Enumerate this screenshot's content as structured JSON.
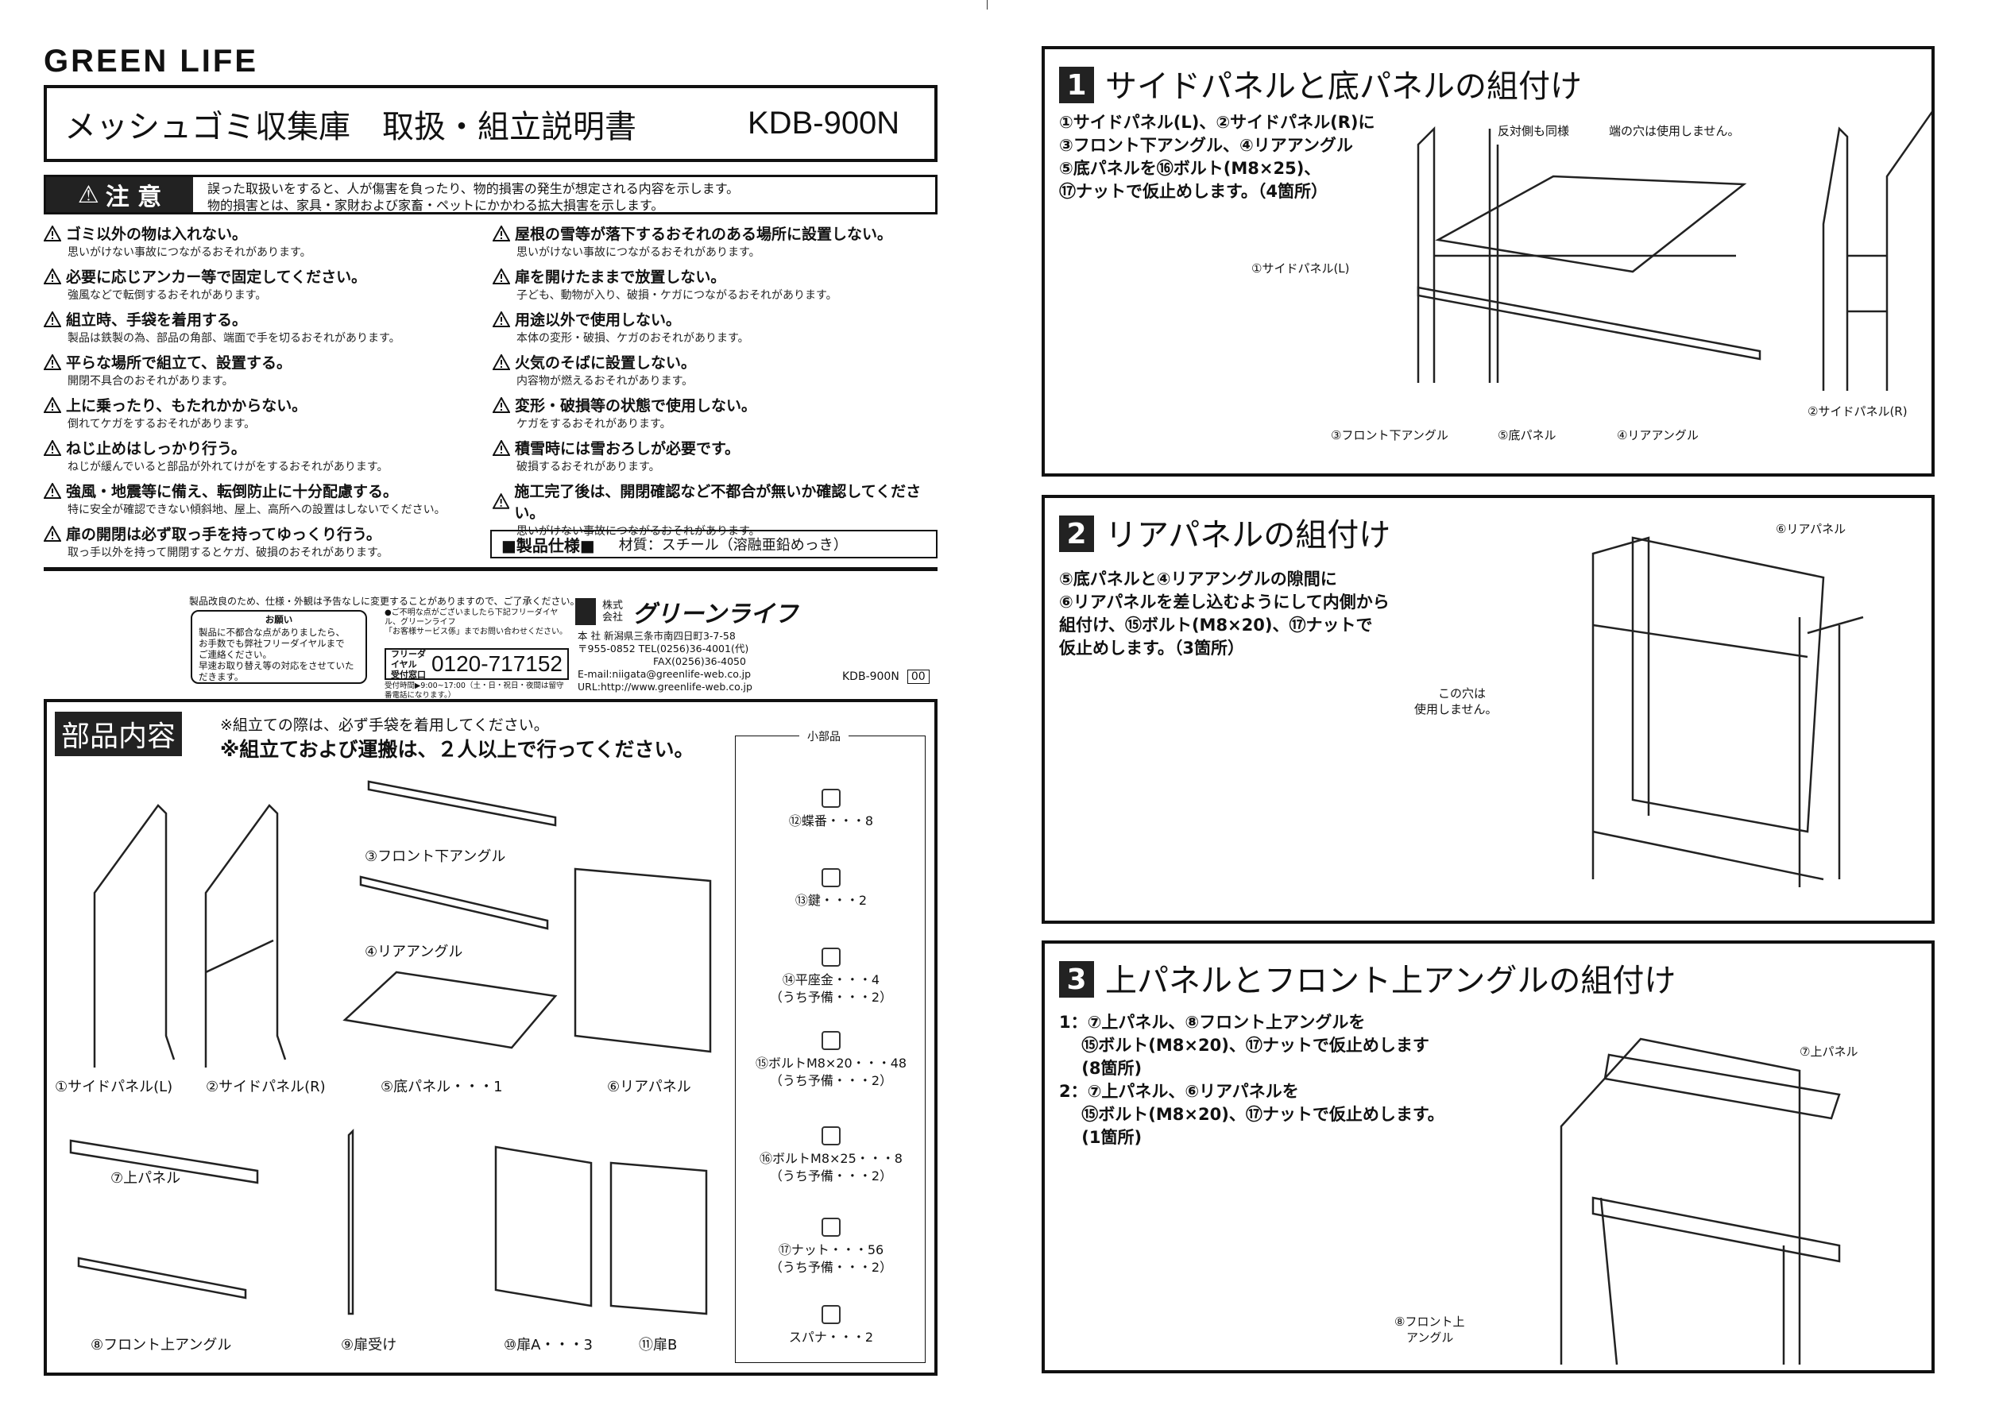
{
  "brand": "GREEN LIFE",
  "title": {
    "text": "メッシュゴミ収集庫　取扱・組立説明書",
    "model": "KDB-900N"
  },
  "caution": {
    "label": "注 意",
    "lines": [
      "誤った取扱いをすると、人が傷害を負ったり、物的損害の発生が想定される内容を示します。",
      "物的損害とは、家具・家財および家畜・ペットにかかわる拡大損害を示します。"
    ]
  },
  "warnings_left": [
    {
      "h": "ゴミ以外の物は入れない。",
      "s": "思いがけない事故につながるおそれがあります。"
    },
    {
      "h": "必要に応じアンカー等で固定してください。",
      "s": "強風などで転倒するおそれがあります。"
    },
    {
      "h": "組立時、手袋を着用する。",
      "s": "製品は鉄製の為、部品の角部、端面で手を切るおそれがあります。"
    },
    {
      "h": "平らな場所で組立て、設置する。",
      "s": "開閉不具合のおそれがあります。"
    },
    {
      "h": "上に乗ったり、もたれかからない。",
      "s": "倒れてケガをするおそれがあります。"
    },
    {
      "h": "ねじ止めはしっかり行う。",
      "s": "ねじが緩んでいると部品が外れてけがをするおそれがあります。"
    },
    {
      "h": "強風・地震等に備え、転倒防止に十分配慮する。",
      "s": "特に安全が確認できない傾斜地、屋上、高所への設置はしないでください。"
    },
    {
      "h": "扉の開閉は必ず取っ手を持ってゆっくり行う。",
      "s": "取っ手以外を持って開閉するとケガ、破損のおそれがあります。"
    }
  ],
  "warnings_right": [
    {
      "h": "屋根の雪等が落下するおそれのある場所に設置しない。",
      "s": "思いがけない事故につながるおそれがあります。"
    },
    {
      "h": "扉を開けたままで放置しない。",
      "s": "子ども、動物が入り、破損・ケガにつながるおそれがあります。"
    },
    {
      "h": "用途以外で使用しない。",
      "s": "本体の変形・破損、ケガのおそれがあります。"
    },
    {
      "h": "火気のそばに設置しない。",
      "s": "内容物が燃えるおそれがあります。"
    },
    {
      "h": "変形・破損等の状態で使用しない。",
      "s": "ケガをするおそれがあります。"
    },
    {
      "h": "積雪時には雪おろしが必要です。",
      "s": "破損するおそれがあります。"
    },
    {
      "h": "施工完了後は、開閉確認など不都合が無いか確認してください。",
      "s": "思いがけない事故につながるおそれがあります。"
    }
  ],
  "spec": {
    "label": "■製品仕様■",
    "value": "材質：スチール（溶融亜鉛めっき）"
  },
  "footer": {
    "notice": "製品改良のため、仕様・外観は予告なしに変更することがありますので、ご了承ください。",
    "onegai_title": "お願い",
    "onegai_lines": [
      "製品に不都合な点がありましたら、",
      "お手数でも弊社フリーダイヤルまで",
      "ご連絡ください。",
      "早速お取り替え等の対応をさせていただきます。"
    ],
    "contact_note": [
      "●ご不明な点がございましたら下記フリーダイヤル、グリーンライフ",
      "「お客様サービス係」までお問い合わせください。"
    ],
    "free_label": [
      "フリーダイヤル",
      "受付窓口"
    ],
    "free_number": "0120-717152",
    "hours": "受付時間▶9:00~17:00（土・日・祝日・夜間は留守番電話になります。）",
    "company_prefix": "株式会社",
    "company": "グリーンライフ",
    "address": [
      "本 社 新潟県三条市南四日町3-7-58",
      "〒955-0852 TEL(0256)36-4001(代)",
      "FAX(0256)36-4050",
      "E-mail:niigata@greenlife-web.co.jp",
      "URL:http://www.greenlife-web.co.jp"
    ],
    "model": "KDB-900N",
    "version": "00"
  },
  "parts": {
    "title": "部品内容",
    "note1": "※組立ての際は、必ず手袋を着用してください。",
    "note2": "※組立ておよび運搬は、２人以上で行ってください。",
    "labels": [
      "①サイドパネル(L)",
      "②サイドパネル(R)",
      "③フロント下アングル",
      "④リアアングル",
      "⑤底パネル・・・1",
      "⑥リアパネル",
      "⑦上パネル",
      "⑧フロント上アングル",
      "⑨扉受け",
      "⑩扉A・・・3",
      "⑪扉B"
    ],
    "small_title": "小部品",
    "small": [
      [
        "⑫蝶番・・・8"
      ],
      [
        "⑬鍵・・・2"
      ],
      [
        "⑭平座金・・・4",
        "（うち予備・・・2）"
      ],
      [
        "⑮ボルトM8×20・・・48",
        "（うち予備・・・2）"
      ],
      [
        "⑯ボルトM8×25・・・8",
        "（うち予備・・・2）"
      ],
      [
        "⑰ナット・・・56",
        "（うち予備・・・2）"
      ],
      [
        "スパナ・・・2"
      ]
    ]
  },
  "steps": [
    {
      "num": "1",
      "title": "サイドパネルと底パネルの組付け",
      "body": "①サイドパネル(L)、②サイドパネル(R)に\n③フロント下アングル、④リアアングル\n⑤底パネルを⑯ボルト(M8×25)、\n⑰ナットで仮止めします。（4箇所）",
      "callouts": [
        "反対側も同様",
        "端の穴は使用しません。",
        "①サイドパネル(L)",
        "③フロント下アングル",
        "⑤底パネル",
        "④リアアングル",
        "②サイドパネル(R)"
      ]
    },
    {
      "num": "2",
      "title": "リアパネルの組付け",
      "body": "⑤底パネルと④リアアングルの隙間に\n⑥リアパネルを差し込むようにして内側から\n組付け、⑮ボルト(M8×20)、⑰ナットで\n仮止めします。（3箇所）",
      "callouts": [
        "⑥リアパネル",
        "この穴は",
        "使用しません。"
      ]
    },
    {
      "num": "3",
      "title": "上パネルとフロント上アングルの組付け",
      "body": "1：⑦上パネル、⑧フロント上アングルを\n　 ⑮ボルト(M8×20)、⑰ナットで仮止めします\n　 (8箇所)\n2：⑦上パネル、⑥リアパネルを\n　 ⑮ボルト(M8×20)、⑰ナットで仮止めします。\n　 (1箇所)",
      "callouts": [
        "⑦上パネル",
        "⑧フロント上",
        "アングル"
      ]
    }
  ]
}
